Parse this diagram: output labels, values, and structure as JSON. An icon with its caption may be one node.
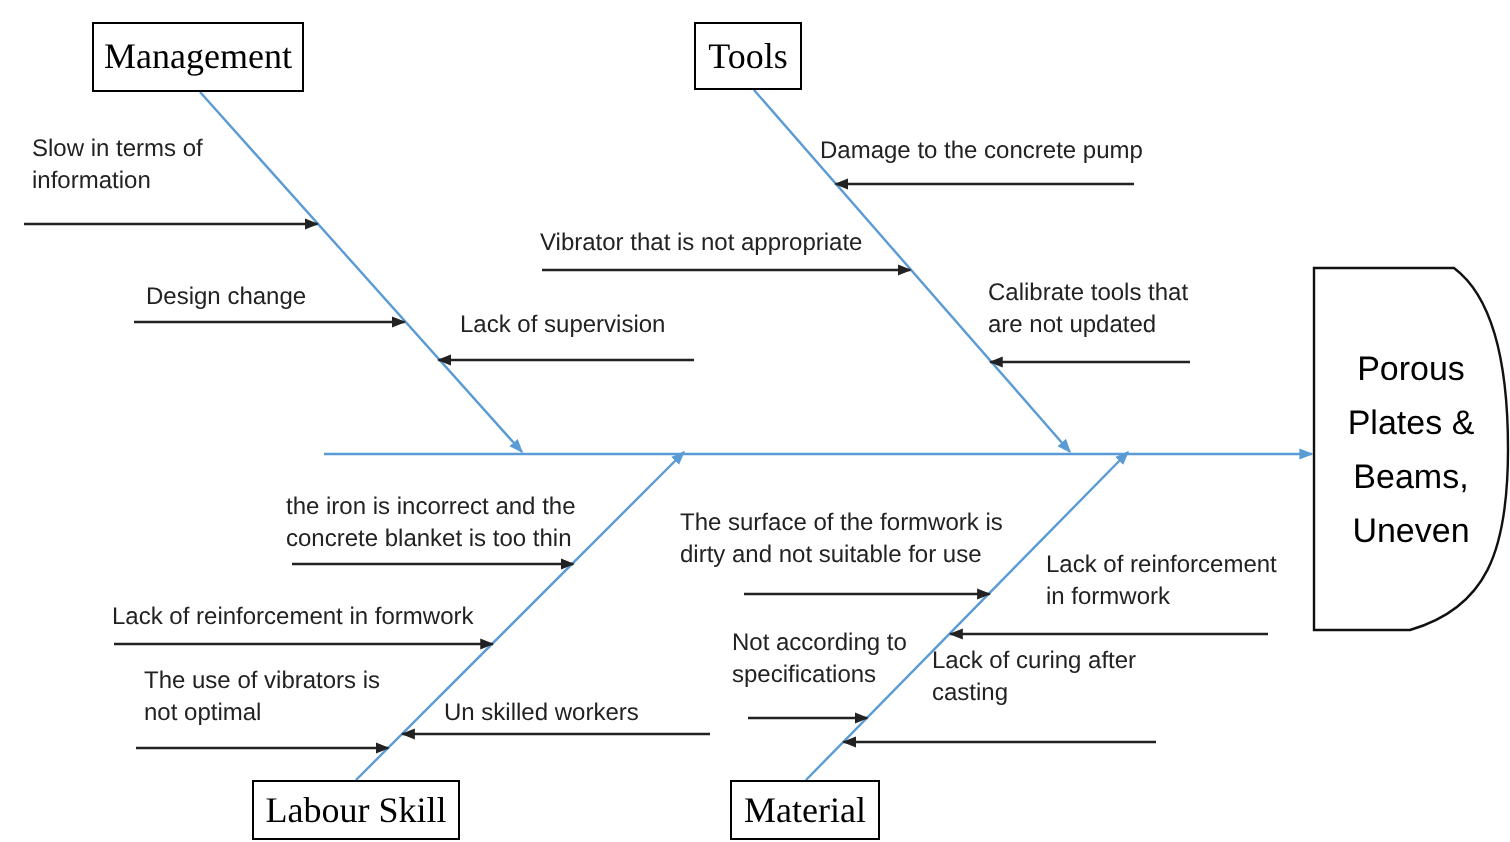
{
  "diagram": {
    "nodes": [
      {
        "text": [
          "Management"
        ]
      },
      {
        "text": [
          "Tools"
        ]
      },
      {
        "text": [
          "Labour Skill"
        ]
      },
      {
        "text": [
          "Material"
        ]
      },
      {
        "text": [
          "Porous Plates & Beams, Uneven"
        ]
      }
    ],
    "edges": [
      {
        "from": null,
        "to": 4,
        "arrow": "to",
        "color": "#5b9bd5"
      },
      {
        "from": 0,
        "to": null,
        "arrow": "to",
        "color": "#5b9bd5"
      },
      {
        "from": 1,
        "to": null,
        "arrow": "to",
        "color": "#5b9bd5"
      },
      {
        "from": 2,
        "to": null,
        "arrow": "to",
        "color": "#5b9bd5"
      },
      {
        "from": 3,
        "to": null,
        "arrow": "to",
        "color": "#5b9bd5"
      }
    ],
    "labels": [
      "Slow in terms of information",
      "Design change",
      "Lack of supervision",
      "Damage to the concrete pump",
      "Vibrator that is not appropriate",
      "Calibrate tools that are not updated",
      "the iron is incorrect and the concrete blanket is too thin",
      "Lack of reinforcement in formwork",
      "The use of vibrators is not optimal",
      "Un skilled workers",
      "The surface of the formwork is dirty and not suitable for use",
      "Lack of reinforcement in formwork",
      "Not according to specifications",
      "Lack of curing after casting"
    ]
  }
}
